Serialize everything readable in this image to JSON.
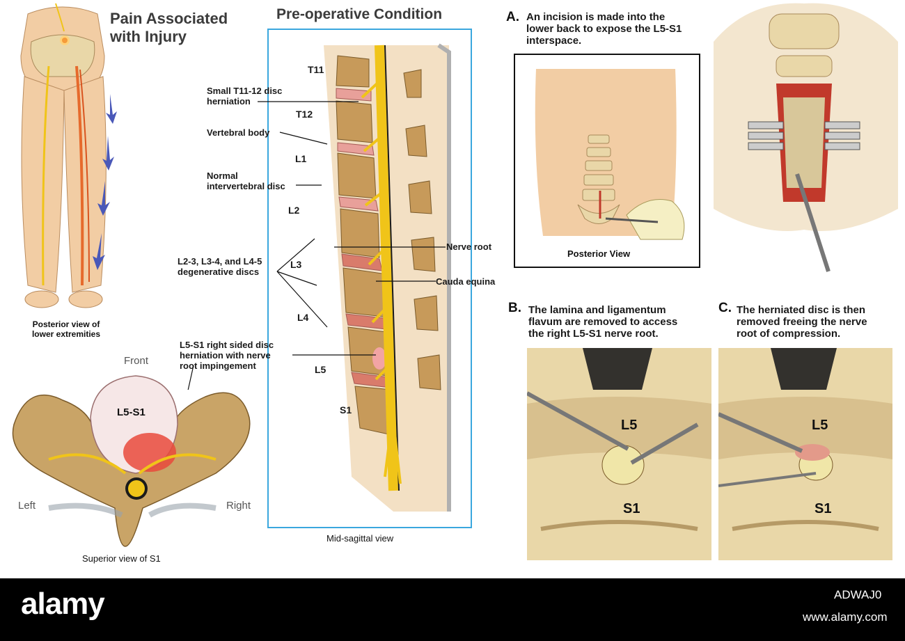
{
  "pain": {
    "title_line1": "Pain Associated",
    "title_line2": "with Injury",
    "caption_line1": "Posterior view of",
    "caption_line2": "lower extremities"
  },
  "superior": {
    "front": "Front",
    "left": "Left",
    "right": "Right",
    "disc_label": "L5-S1",
    "caption": "Superior view of S1"
  },
  "preop": {
    "title": "Pre-operative Condition",
    "caption": "Mid-sagittal view",
    "levels": [
      "T11",
      "T12",
      "L1",
      "L2",
      "L3",
      "L4",
      "L5",
      "S1"
    ],
    "labels": {
      "t11_herniation_line1": "Small T11-12 disc",
      "t11_herniation_line2": "herniation",
      "vertebral_body": "Vertebral body",
      "normal_disc_line1": "Normal",
      "normal_disc_line2": "intervertebral disc",
      "degenerative_line1": "L2-3, L3-4, and L4-5",
      "degenerative_line2": "degenerative discs",
      "l5s1_line1": "L5-S1 right sided disc",
      "l5s1_line2": "herniation with nerve",
      "l5s1_line3": "root impingement",
      "nerve_root": "Nerve root",
      "cauda_equina": "Cauda equina"
    }
  },
  "stepA": {
    "letter": "A.",
    "line1": "An incision is made into the",
    "line2": "lower back to expose the L5-S1",
    "line3": "interspace.",
    "caption": "Posterior View"
  },
  "stepB": {
    "letter": "B.",
    "line1": "The lamina and ligamentum",
    "line2": "flavum are removed to access",
    "line3": "the right L5-S1 nerve root.",
    "l5": "L5",
    "s1": "S1"
  },
  "stepC": {
    "letter": "C.",
    "line1": "The herniated disc is then",
    "line2": "removed freeing the nerve",
    "line3": "root of compression.",
    "l5": "L5",
    "s1": "S1"
  },
  "footer": {
    "logo": "alamy",
    "image_id": "ADWAJ0",
    "url": "www.alamy.com"
  },
  "colors": {
    "frame_blue": "#3aa7de",
    "bone": "#e9d7a8",
    "skin": "#f2cda4",
    "nerve": "#f0c419",
    "disc_red": "#e0706b",
    "arrow_blue": "#4a58b8"
  }
}
